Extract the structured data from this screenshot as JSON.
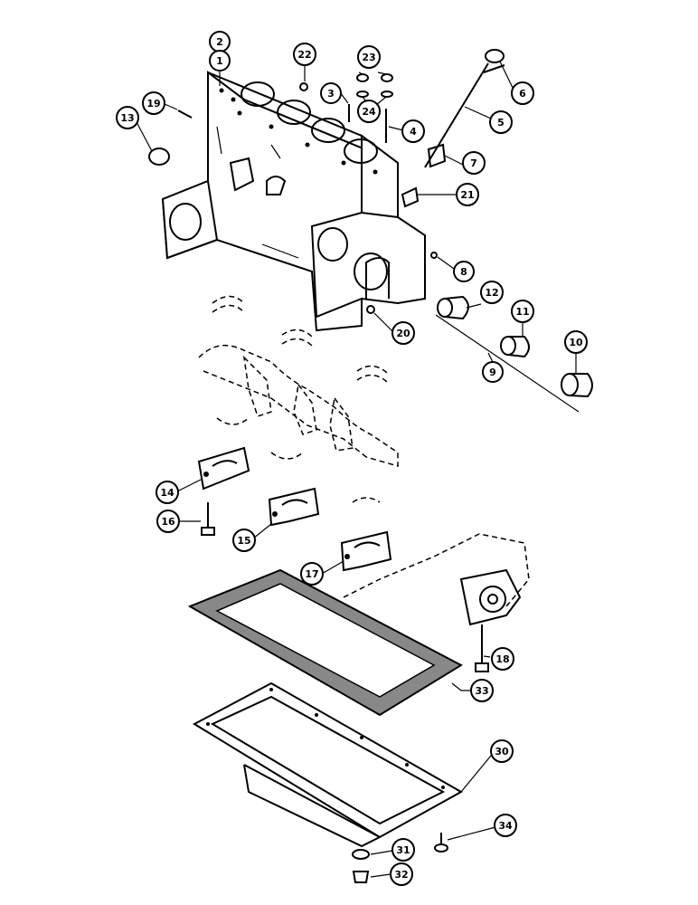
{
  "diagram": {
    "callouts": [
      {
        "num": "1"
      },
      {
        "num": "2"
      },
      {
        "num": "3"
      },
      {
        "num": "4"
      },
      {
        "num": "5"
      },
      {
        "num": "6"
      },
      {
        "num": "7"
      },
      {
        "num": "8"
      },
      {
        "num": "9"
      },
      {
        "num": "10"
      },
      {
        "num": "11"
      },
      {
        "num": "12"
      },
      {
        "num": "13"
      },
      {
        "num": "14"
      },
      {
        "num": "15"
      },
      {
        "num": "16"
      },
      {
        "num": "17"
      },
      {
        "num": "18"
      },
      {
        "num": "19"
      },
      {
        "num": "20"
      },
      {
        "num": "21"
      },
      {
        "num": "22"
      },
      {
        "num": "23"
      },
      {
        "num": "24"
      },
      {
        "num": "30"
      },
      {
        "num": "31"
      },
      {
        "num": "32"
      },
      {
        "num": "33"
      },
      {
        "num": "34"
      }
    ]
  }
}
